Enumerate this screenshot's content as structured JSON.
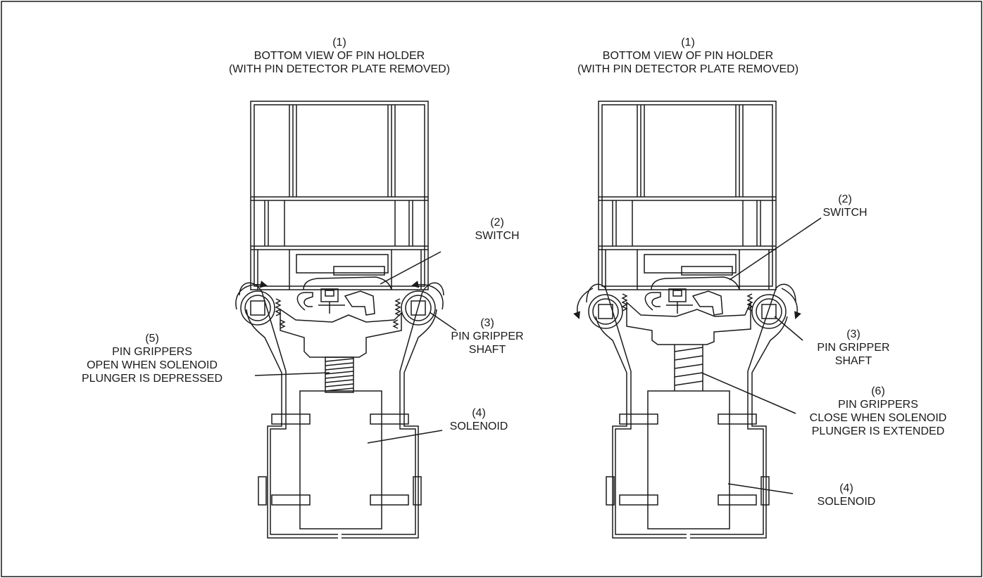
{
  "left": {
    "title_num": "(1)",
    "title_line1": "BOTTOM VIEW OF PIN HOLDER",
    "title_line2": "(WITH PIN DETECTOR PLATE REMOVED)",
    "switch_num": "(2)",
    "switch_label": "SWITCH",
    "shaft_num": "(3)",
    "shaft_line1": "PIN GRIPPER",
    "shaft_line2": "SHAFT",
    "grippers_num": "(5)",
    "grippers_line1": "PIN GRIPPERS",
    "grippers_line2": "OPEN WHEN SOLENOID",
    "grippers_line3": "PLUNGER IS DEPRESSED",
    "solenoid_num": "(4)",
    "solenoid_label": "SOLENOID"
  },
  "right": {
    "title_num": "(1)",
    "title_line1": "BOTTOM VIEW OF PIN HOLDER",
    "title_line2": "(WITH PIN DETECTOR PLATE REMOVED)",
    "switch_num": "(2)",
    "switch_label": "SWITCH",
    "shaft_num": "(3)",
    "shaft_line1": "PIN GRIPPER",
    "shaft_line2": "SHAFT",
    "grippers_num": "(6)",
    "grippers_line1": "PIN GRIPPERS",
    "grippers_line2": "CLOSE WHEN SOLENOID",
    "grippers_line3": "PLUNGER IS EXTENDED",
    "solenoid_num": "(4)",
    "solenoid_label": "SOLENOID"
  }
}
